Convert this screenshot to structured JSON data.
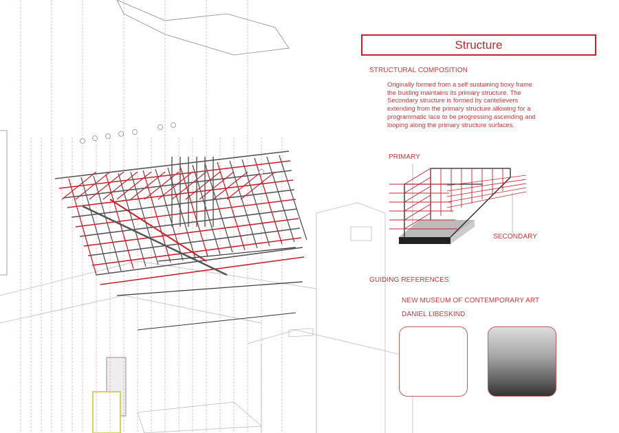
{
  "header": {
    "title": "Structure"
  },
  "composition": {
    "heading": "STRUCTURAL COMPOSITION",
    "body": "Originally formed from a self sustaining boxy frame the buiding maintains its primary structure. The Secondary structure is formed by cantelievers extending from the primary structure allowing for a programmatic lace to be progressing ascending and looping along the primary structure surfaces."
  },
  "diagram": {
    "primary_label": "PRIMARY",
    "secondary_label": "SECONDARY"
  },
  "references": {
    "heading": "GUIDING REFERENCES",
    "project": "NEW MUSEUM OF CONTEMPORARY ART",
    "architect": "DANIEL LIBESKIND"
  },
  "colors": {
    "accent": "#c8202a",
    "grid": "#555555"
  }
}
